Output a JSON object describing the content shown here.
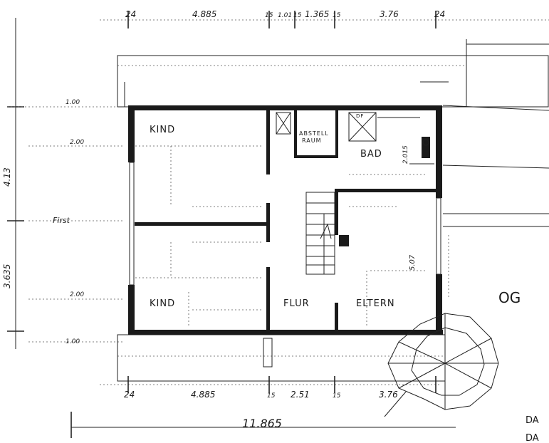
{
  "top_dims": [
    "24",
    "4.885",
    "15",
    "1.01",
    "15",
    "1.365",
    "15",
    "3.76",
    "24"
  ],
  "bottom_dims": [
    "24",
    "4.885",
    "15",
    "2.51",
    "15",
    "3.76"
  ],
  "total_width": "11.865",
  "left_dims": [
    "4.13",
    "3.635"
  ],
  "left_marks": [
    "1.00",
    "2.00",
    "First",
    "2.00",
    "1.00"
  ],
  "rooms": {
    "kind_top": "KIND",
    "kind_bottom": "KIND",
    "abstellraum_1": "ABSTELL",
    "abstellraum_2": "RAUM",
    "bad": "BAD",
    "flur": "FLUR",
    "eltern": "ELTERN",
    "df": "DF"
  },
  "inner_dims": [
    "2.015",
    "5.07"
  ],
  "floor_label": "OG",
  "right_edge_labels": [
    "DA",
    "DA"
  ],
  "colors": {
    "ink": "#1a1a1a",
    "paper": "#ffffff"
  }
}
